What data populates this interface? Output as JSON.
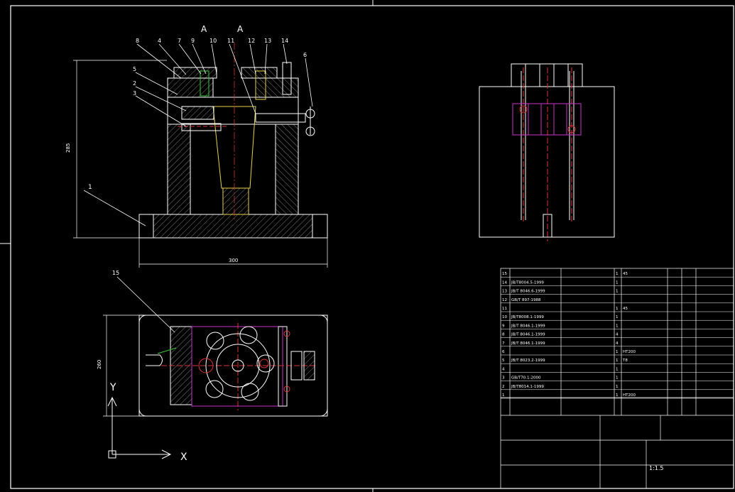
{
  "section_marks": [
    "A",
    "A"
  ],
  "balloons_front": [
    "8",
    "4",
    "7",
    "9",
    "10",
    "11",
    "12",
    "13",
    "14",
    "6",
    "5",
    "2",
    "1"
  ],
  "balloon_top": "15",
  "dimensions": {
    "height": "285",
    "width": "300",
    "top_height": "260"
  },
  "ucs": {
    "x_label": "X",
    "y_label": "Y"
  },
  "tech_requirements": {
    "title": "",
    "lines": [
      "",
      "",
      "",
      "",
      "",
      ""
    ]
  },
  "bom": {
    "rows": [
      {
        "no": "15",
        "code": "",
        "qty": "1",
        "mat": "45"
      },
      {
        "no": "14",
        "code": "JB/T8004.5-1999",
        "qty": "1",
        "mat": ""
      },
      {
        "no": "13",
        "code": "JB/T 8046.6-1999",
        "qty": "1",
        "mat": ""
      },
      {
        "no": "12",
        "code": "GB/T 897-1988",
        "qty": "",
        "mat": ""
      },
      {
        "no": "11",
        "code": "",
        "qty": "1",
        "mat": "45"
      },
      {
        "no": "10",
        "code": "JB/T8008.1-1999",
        "qty": "1",
        "mat": ""
      },
      {
        "no": "9",
        "code": "JB/T 8046.1-1999",
        "qty": "1",
        "mat": ""
      },
      {
        "no": "8",
        "code": "JB/T 8046.1-1999",
        "qty": "4",
        "mat": ""
      },
      {
        "no": "7",
        "code": "JB/T 8046.1-1999",
        "qty": "4",
        "mat": ""
      },
      {
        "no": "6",
        "code": "",
        "qty": "1",
        "mat": "HT200"
      },
      {
        "no": "5",
        "code": "JB/T 8023.2-1999",
        "qty": "1",
        "mat": "T8"
      },
      {
        "no": "4",
        "code": "",
        "qty": "1",
        "mat": ""
      },
      {
        "no": "3",
        "code": "GB/T70.1-2000",
        "qty": "1",
        "mat": ""
      },
      {
        "no": "2",
        "code": "JB/T8014.1-1999",
        "qty": "1",
        "mat": ""
      },
      {
        "no": "1",
        "code": "",
        "qty": "1",
        "mat": "HT200"
      }
    ]
  },
  "title_block": {
    "scale": "1:1.5"
  }
}
